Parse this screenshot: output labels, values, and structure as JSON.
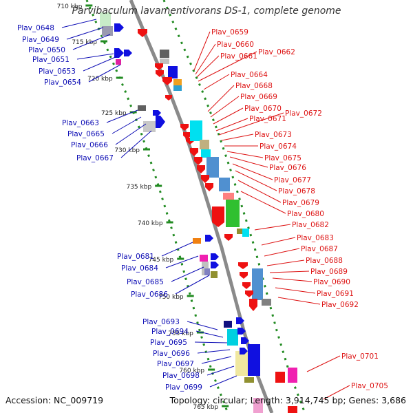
{
  "title": "Parvibaculum lavamentivorans DS-1, complete genome",
  "footer": {
    "accession": "Accession: NC_009719",
    "topology": "Topology: circular; Length: 3,914,745 bp; Genes: 3,686"
  },
  "colors": {
    "backbone": "#8a8a8a",
    "forward_label": "#0b0bb4",
    "reverse_label": "#dd1111",
    "ticks": "#228b22"
  },
  "scale": {
    "ticks": [
      {
        "label": "710 kbp"
      },
      {
        "label": "715 kbp"
      },
      {
        "label": "720 kbp"
      },
      {
        "label": "725 kbp"
      },
      {
        "label": "730 kbp"
      },
      {
        "label": "735 kbp"
      },
      {
        "label": "740 kbp"
      },
      {
        "label": "745 kbp"
      },
      {
        "label": "750 kbp"
      },
      {
        "label": "755 kbp"
      },
      {
        "label": "760 kbp"
      },
      {
        "label": "765 kbp"
      }
    ]
  },
  "labels_left": [
    "Plav_0648",
    "Plav_0649",
    "Plav_0650",
    "Plav_0651",
    "Plav_0653",
    "Plav_0654",
    "Plav_0663",
    "Plav_0665",
    "Plav_0666",
    "Plav_0667",
    "Plav_0681",
    "Plav_0684",
    "Plav_0685",
    "Plav_0686",
    "Plav_0693",
    "Plav_0694",
    "Plav_0695",
    "Plav_0696",
    "Plav_0697",
    "Plav_0698",
    "Plav_0699"
  ],
  "labels_right": [
    "Plav_0659",
    "Plav_0660",
    "Plav_0661",
    "Plav_0662",
    "Plav_0664",
    "Plav_0668",
    "Plav_0669",
    "Plav_0670",
    "Plav_0671",
    "Plav_0672",
    "Plav_0673",
    "Plav_0674",
    "Plav_0675",
    "Plav_0676",
    "Plav_0677",
    "Plav_0678",
    "Plav_0679",
    "Plav_0680",
    "Plav_0682",
    "Plav_0683",
    "Plav_0687",
    "Plav_0688",
    "Plav_0689",
    "Plav_0690",
    "Plav_0691",
    "Plav_0692",
    "Plav_0701",
    "Plav_0705"
  ]
}
